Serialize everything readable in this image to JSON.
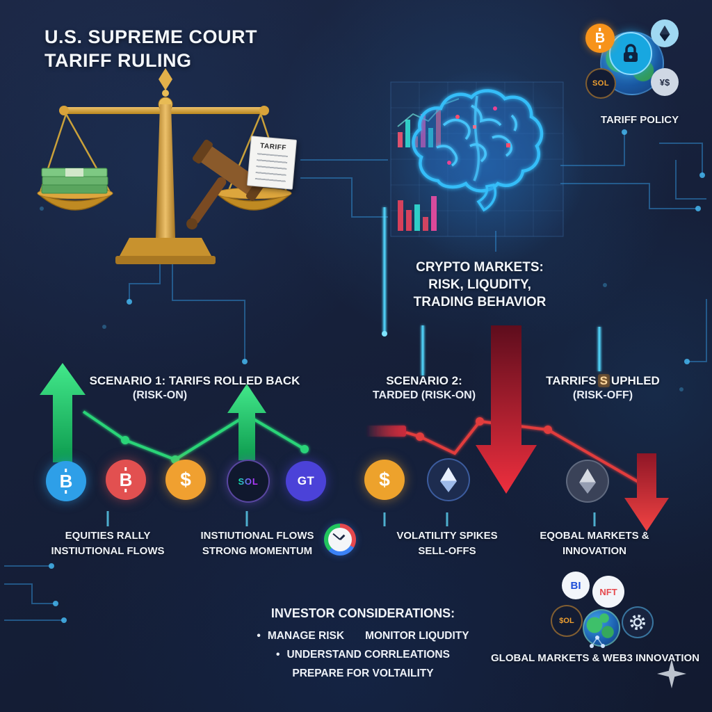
{
  "colors": {
    "background": "#16203a",
    "accent_cyan": "#45d6ff",
    "positive_green": "#2ad478",
    "negative_red": "#e23c3c",
    "gold": "#d9a33a"
  },
  "title": {
    "line1": "U.S. SUPREME COURT",
    "line2": "TARIFF RULING"
  },
  "scale": {
    "document_label": "TARIFF"
  },
  "tariff_policy": {
    "label": "TARIFF POLICY",
    "bitcoin_symbol": "B",
    "sol_symbol": "SOL",
    "currency_symbol": "¥$"
  },
  "brain_caption": {
    "line1": "CRYPTO MARKETS:",
    "line2": "RISK, LIQUDITY,",
    "line3": "TRADING BEHAVIOR"
  },
  "scenarios": [
    {
      "title": "SCENARIO 1: TARIFS ROLLED BACK",
      "subtitle": "(RISK-ON)"
    },
    {
      "title": "SCENARIO 2:",
      "subtitle": "TARDED (RISK-ON)"
    },
    {
      "title_pre": "TARRIFS",
      "title_highlight": "S",
      "title_post": "UPHLED",
      "subtitle": "(RISK-OFF)"
    }
  ],
  "coins": [
    {
      "name": "bitcoin-blue",
      "symbol": "B"
    },
    {
      "name": "bitcoin-red",
      "symbol": "B"
    },
    {
      "name": "dollar-orange",
      "symbol": "$"
    },
    {
      "name": "solana",
      "symbol": "SOL"
    },
    {
      "name": "gt-token",
      "symbol": "GT"
    },
    {
      "name": "dollar-gold",
      "symbol": "$"
    }
  ],
  "outcome_labels": [
    {
      "line1": "EQUITIES RALLY",
      "line2": "INSTIUTIONAL FLOWS"
    },
    {
      "line1": "INSTIUTIONAL FLOWS",
      "line2": "STRONG MOMENTUM"
    },
    {
      "line1": "VOLATILITY SPIKES",
      "line2": "SELL-OFFS"
    },
    {
      "line1": "EQOBAL MARKETS &",
      "line2": "INNOVATION"
    }
  ],
  "investor": {
    "title": "INVESTOR CONSIDERATIONS:",
    "bullet": "•",
    "item1": "MANAGE RISK",
    "item2": "MONITOR LIQUDITY",
    "item3": "UNDERSTAND CORRLEATIONS",
    "item4": "PREPARE FOR VOLTAILITY"
  },
  "web3_cluster": {
    "label": "GLOBAL MARKETS & WEB3 INNOVATION",
    "badge_bi": "BI",
    "badge_nft": "NFT",
    "badge_sol": "$OL"
  }
}
